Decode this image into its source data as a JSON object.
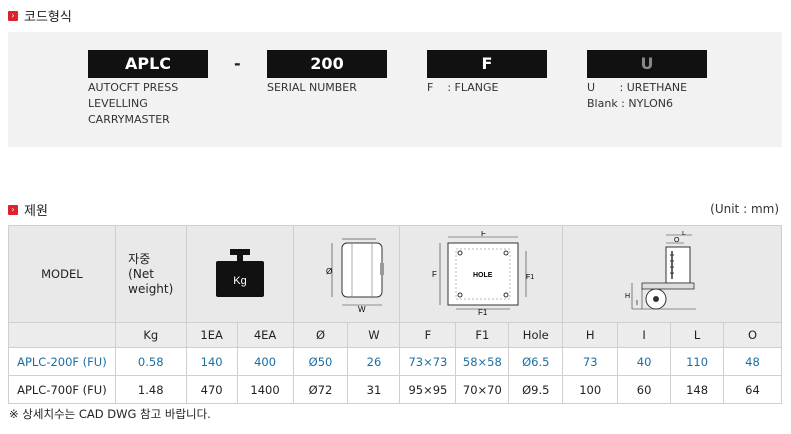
{
  "code_section": {
    "title": "코드형식",
    "items": [
      {
        "label": "APLC",
        "desc": "AUTOCFT PRESS\nLEVELLING\nCARRYMASTER"
      },
      {
        "label": "200",
        "desc": "SERIAL NUMBER"
      },
      {
        "label": "F",
        "desc": "F    : FLANGE"
      },
      {
        "label": "U",
        "desc": "U       : URETHANE\nBlank : NYLON6"
      }
    ],
    "dash": "-"
  },
  "spec_section": {
    "title": "제원",
    "unit": "(Unit : mm)",
    "header": {
      "model": "MODEL",
      "weight": "자중\n(Net\nweight)",
      "kg_icon": "Kg",
      "diagram1": {
        "phi": "Ø",
        "w": "W"
      },
      "diagram2": {
        "f": "F",
        "f1": "F1",
        "hole": "HOLE"
      },
      "diagram3": {
        "o": "O",
        "l": "L",
        "h": "H",
        "i": "I"
      }
    },
    "subheader": [
      "Kg",
      "1EA",
      "4EA",
      "Ø",
      "W",
      "F",
      "F1",
      "Hole",
      "H",
      "I",
      "L",
      "O"
    ],
    "rows": [
      [
        "APLC-200F (FU)",
        "0.58",
        "140",
        "400",
        "Ø50",
        "26",
        "73×73",
        "58×58",
        "Ø6.5",
        "73",
        "40",
        "110",
        "48"
      ],
      [
        "APLC-700F (FU)",
        "1.48",
        "470",
        "1400",
        "Ø72",
        "31",
        "95×95",
        "70×70",
        "Ø9.5",
        "100",
        "60",
        "148",
        "64"
      ]
    ],
    "note": "※ 상세치수는 CAD DWG 참고 바랍니다."
  },
  "colors": {
    "accent": "#e0202a",
    "link_row": "#1a6fa3",
    "header_bg": "#e9e9e9"
  }
}
